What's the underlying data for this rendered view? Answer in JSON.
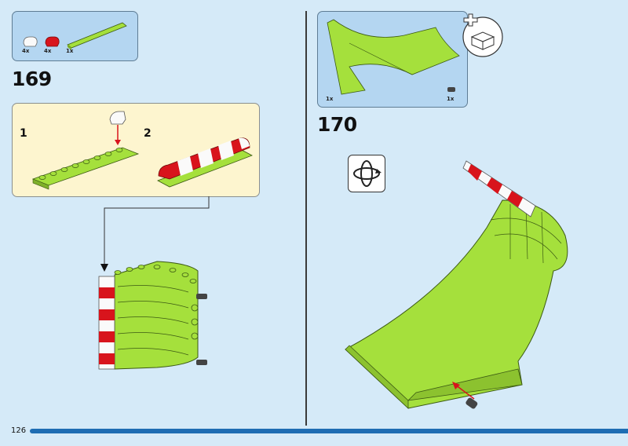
{
  "page_number": "126",
  "step_169": {
    "number": "169",
    "parts": [
      {
        "name": "white-curved-slope",
        "qty": "4x"
      },
      {
        "name": "red-curved-slope",
        "qty": "4x"
      },
      {
        "name": "lime-plate-1x8",
        "qty": "1x"
      }
    ],
    "substeps": [
      "1",
      "2"
    ]
  },
  "step_170": {
    "number": "170",
    "parts": [
      {
        "name": "lime-ramp",
        "qty": "1x"
      },
      {
        "name": "dark-gray-pin",
        "qty": "1x"
      }
    ]
  },
  "colors": {
    "background": "#d5eaf8",
    "lime": "#a5e03c",
    "red": "#d8141c",
    "accent": "#1e6db3"
  }
}
